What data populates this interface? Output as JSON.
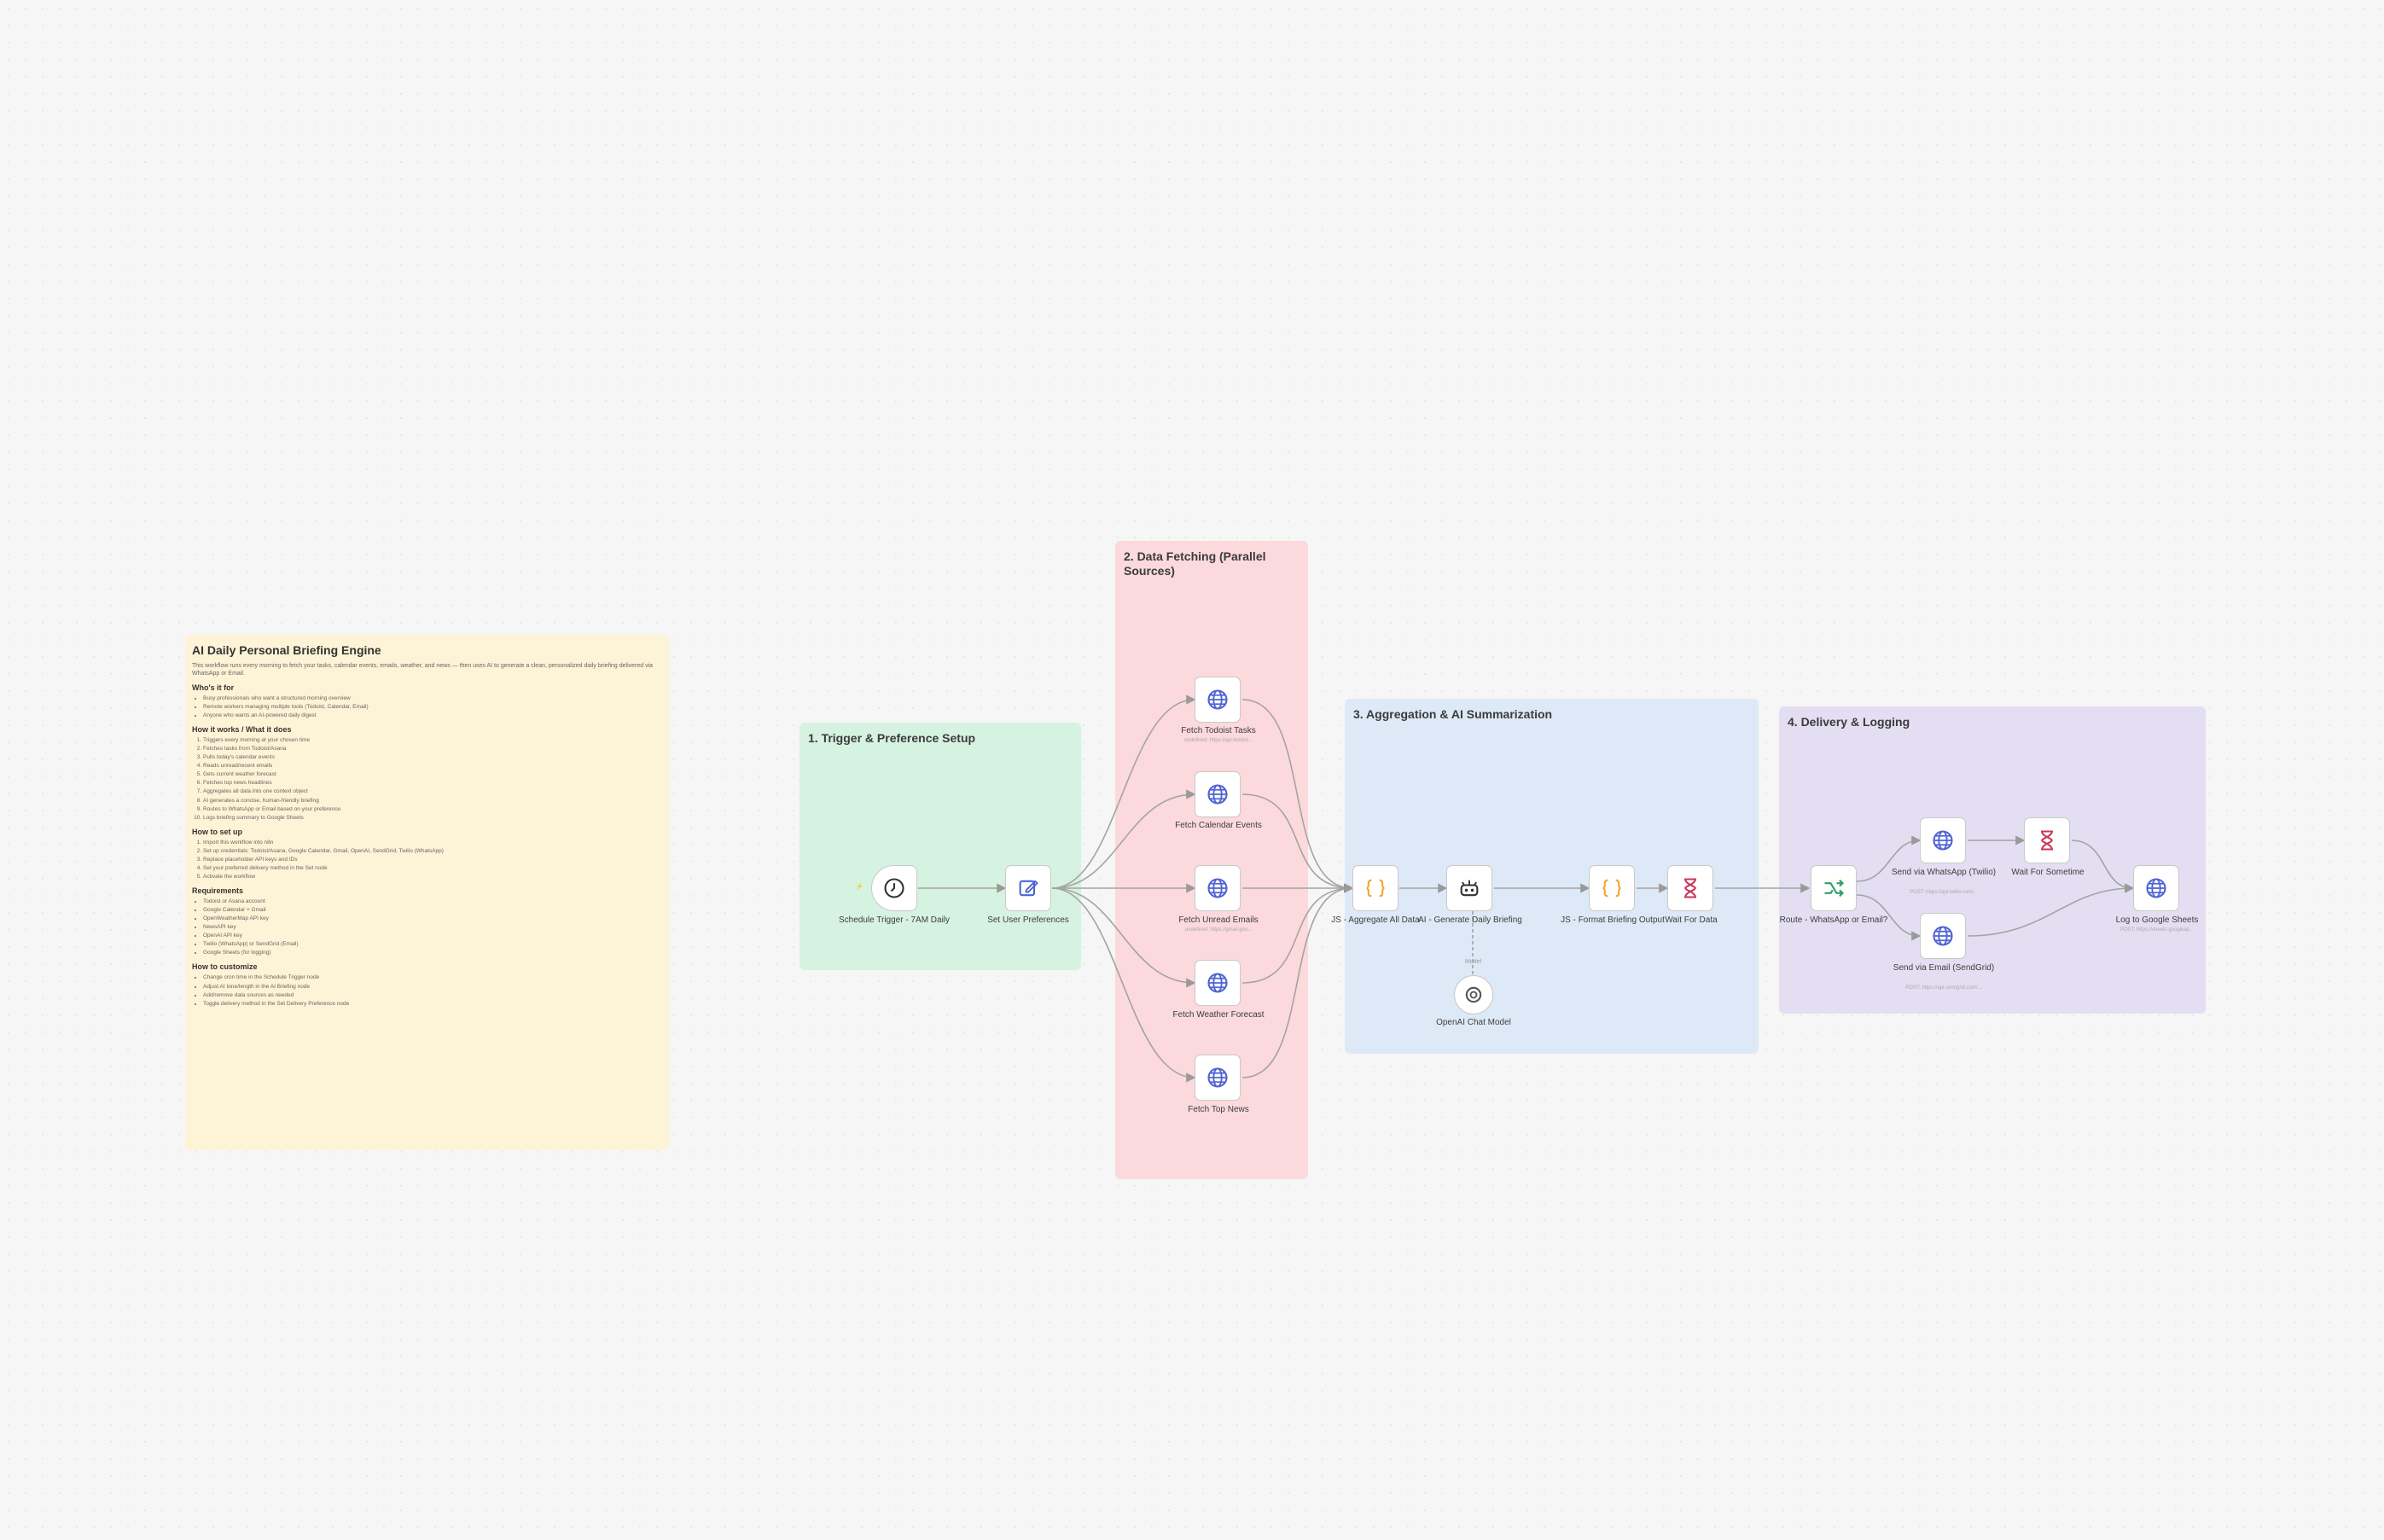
{
  "canvas": {
    "note": {
      "title": "AI Daily Personal Briefing Engine",
      "intro": "This workflow runs every morning to fetch your tasks, calendar events, emails, weather, and news — then uses AI to generate a clean, personalized daily briefing delivered via WhatsApp or Email.",
      "whos_for_heading": "Who's it for",
      "whos_for": [
        "Busy professionals who want a structured morning overview",
        "Remote workers managing multiple tools (Todoist, Calendar, Email)",
        "Anyone who wants an AI-powered daily digest"
      ],
      "how_heading": "How it works / What it does",
      "how": [
        "Triggers every morning at your chosen time",
        "Fetches tasks from Todoist/Asana",
        "Pulls today's calendar events",
        "Reads unread/recent emails",
        "Gets current weather forecast",
        "Fetches top news headlines",
        "Aggregates all data into one context object",
        "AI generates a concise, human-friendly briefing",
        "Routes to WhatsApp or Email based on your preference",
        "Logs briefing summary to Google Sheets"
      ],
      "setup_heading": "How to set up",
      "setup": [
        "Import this workflow into n8n",
        "Set up credentials: Todoist/Asana, Google Calendar, Gmail, OpenAI, SendGrid, Twilio (WhatsApp)",
        "Replace placeholder API keys and IDs",
        "Set your preferred delivery method in the Set node",
        "Activate the workflow"
      ],
      "req_heading": "Requirements",
      "requirements": [
        "Todoist or Asana account",
        "Google Calendar + Gmail",
        "OpenWeatherMap API key",
        "NewsAPI key",
        "OpenAI API key",
        "Twilio (WhatsApp) or SendGrid (Email)",
        "Google Sheets (for logging)"
      ],
      "custom_heading": "How to customize",
      "customize": [
        "Change cron time in the Schedule Trigger node",
        "Adjust AI tone/length in the AI Briefing node",
        "Add/remove data sources as needed",
        "Toggle delivery method in the Set Delivery Preference node"
      ]
    },
    "groups": {
      "g1": "1. Trigger & Preference Setup",
      "g2": "2. Data Fetching (Parallel Sources)",
      "g3": "3. Aggregation & AI Summarization",
      "g4": "4. Delivery & Logging"
    },
    "nodes": {
      "schedule": "Schedule Trigger - 7AM Daily",
      "prefs": "Set User Preferences",
      "todoist": "Fetch Todoist Tasks",
      "todoist_sub": "undefined: https://api.todoist...",
      "calendar": "Fetch Calendar Events",
      "emails": "Fetch Unread Emails",
      "emails_sub": "undefined: https://gmail.goo...",
      "weather": "Fetch Weather Forecast",
      "news": "Fetch Top News",
      "aggregate": "JS - Aggregate All Data",
      "ai": "AI - Generate Daily Briefing",
      "format": "JS - Format Briefing Output",
      "waitdata": "Wait For Data",
      "openai": "OpenAI Chat Model",
      "model_tag": "Model",
      "route": "Route - WhatsApp or Email?",
      "whatsapp": "Send via WhatsApp (Twilio)",
      "whatsapp_sub": "POST: https://api.twilio.com/...",
      "email": "Send via Email (SendGrid)",
      "email_sub": "POST: https://api.sendgrid.com/...",
      "waitsome": "Wait For Sometime",
      "sheets": "Log to Google Sheets",
      "sheets_sub": "POST: https://sheets.googleap..."
    }
  },
  "colors": {
    "note": "#fdf3d6",
    "trigger_group": "#d6f2e1",
    "fetch_group": "#fbd9dc",
    "ai_group": "#dde9f6",
    "delivery_group": "#e3def2",
    "http_icon": "#4f63d2",
    "code_icon": "#f2a533",
    "wait_icon": "#c9385b",
    "route_icon": "#2f9e6a"
  }
}
